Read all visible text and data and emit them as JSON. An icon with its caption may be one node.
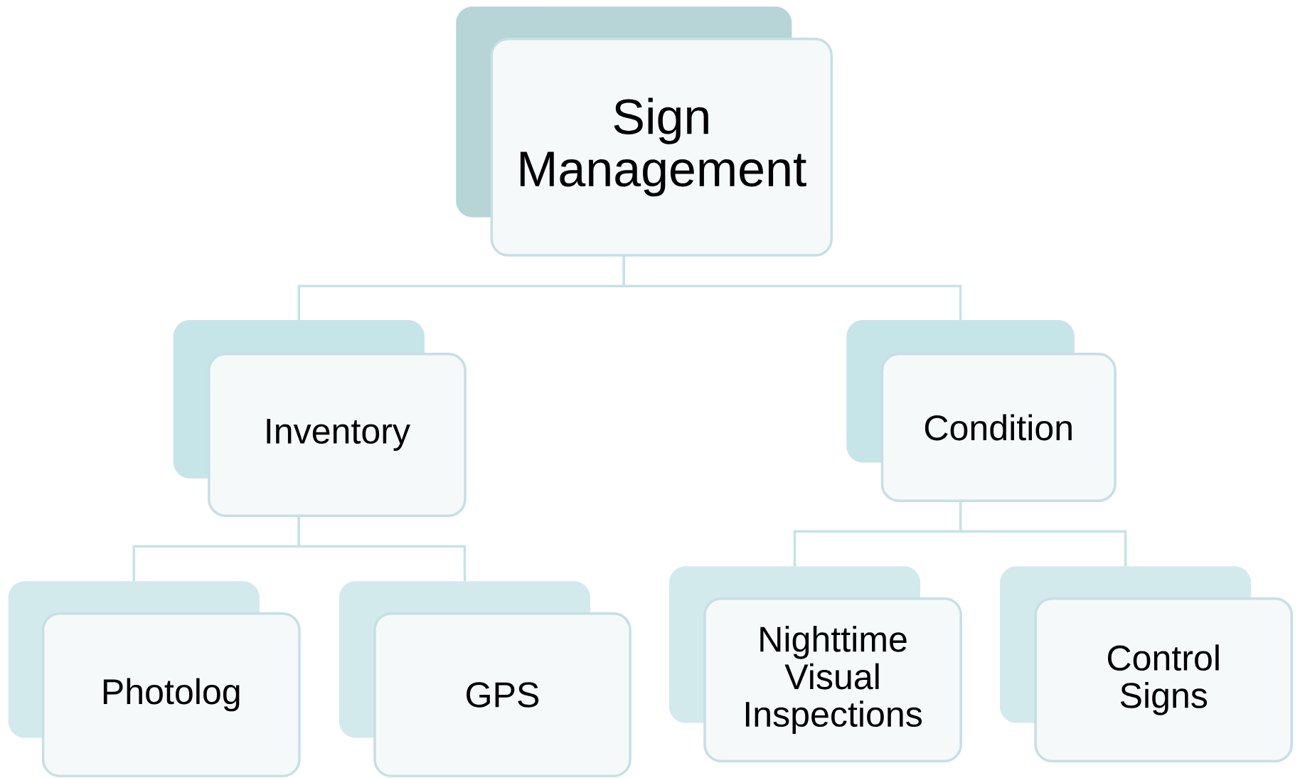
{
  "diagram": {
    "nodes": [
      {
        "text": [
          "Sign Management"
        ]
      },
      {
        "text": [
          "Inventory"
        ]
      },
      {
        "text": [
          "Condition"
        ]
      },
      {
        "text": [
          "Photolog"
        ]
      },
      {
        "text": [
          "GPS"
        ]
      },
      {
        "text": [
          "Nighttime Visual Inspections"
        ]
      },
      {
        "text": [
          "Control Signs"
        ]
      }
    ],
    "edges": [
      {
        "from": 0,
        "to": 1,
        "arrow": "none"
      },
      {
        "from": 0,
        "to": 2,
        "arrow": "none"
      },
      {
        "from": 1,
        "to": 3,
        "arrow": "none"
      },
      {
        "from": 1,
        "to": 4,
        "arrow": "none"
      },
      {
        "from": 2,
        "to": 5,
        "arrow": "none"
      },
      {
        "from": 2,
        "to": 6,
        "arrow": "none"
      }
    ]
  }
}
